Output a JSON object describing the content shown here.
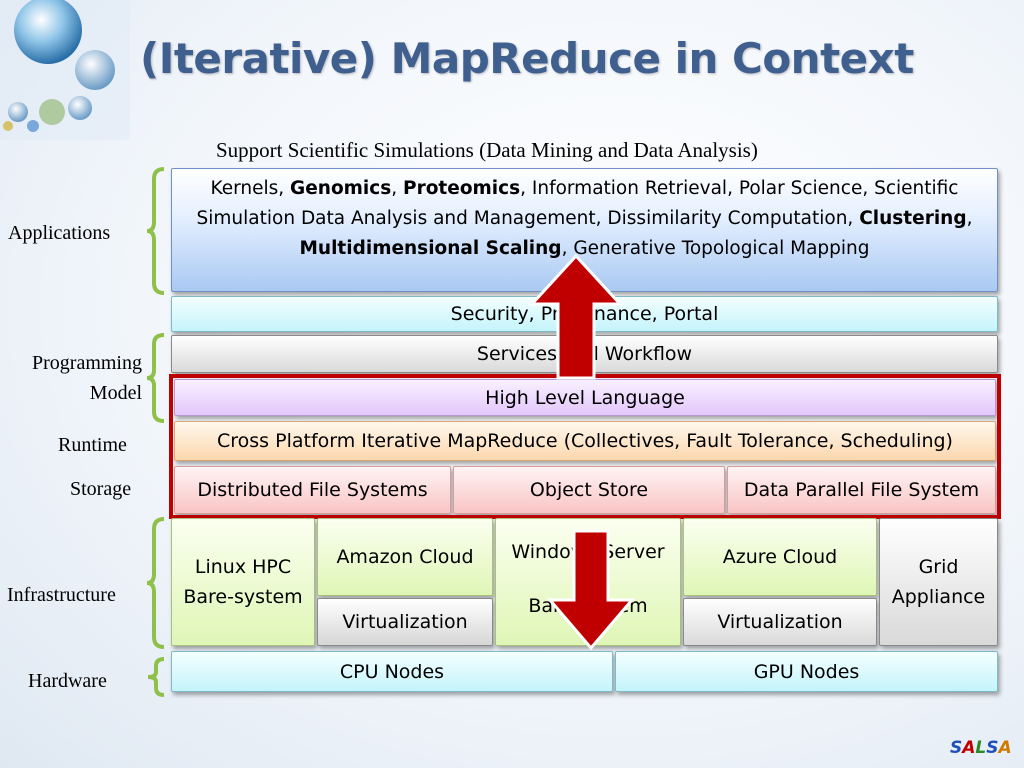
{
  "title": "(Iterative) MapReduce in Context",
  "subtitle": "Support  Scientific Simulations  (Data Mining and Data Analysis)",
  "layers": {
    "applications": "Applications",
    "programming_model": "Programming Model",
    "runtime": "Runtime",
    "storage": "Storage",
    "infrastructure": "Infrastructure",
    "hardware": "Hardware"
  },
  "applications_box": {
    "t1": "Kernels, ",
    "b1": "Genomics",
    "t2": ", ",
    "b2": "Proteomics",
    "t3": ", Information Retrieval, Polar Science, Scientific Simulation Data Analysis and Management, Dissimilarity Computation, ",
    "b3": "Clustering",
    "t4": ", ",
    "b4": "Multidimensional Scaling",
    "t5": ", Generative Topological Mapping"
  },
  "security": "Security, Provenance, Portal",
  "services": "Services and Workflow",
  "high_level_language": "High Level Language",
  "runtime_box": "Cross Platform Iterative MapReduce (Collectives, Fault Tolerance, Scheduling)",
  "storage_boxes": [
    "Distributed File Systems",
    "Object Store",
    "Data Parallel File System"
  ],
  "infrastructure_boxes": {
    "linux": "Linux HPC Bare-system",
    "amazon": "Amazon Cloud",
    "windows_top": "Windows Server",
    "windows_bottom": "Bare-system",
    "azure": "Azure Cloud",
    "grid": "Grid Appliance",
    "virt_left": "Virtualization",
    "virt_right": "Virtualization"
  },
  "hardware_boxes": [
    "CPU Nodes",
    "GPU Nodes"
  ],
  "brand": {
    "s1": "S",
    "a1": "A",
    "l": "L",
    "s2": "S",
    "a2": "A"
  },
  "colors": {
    "title": "#3f5f8f",
    "frame": "#c00000",
    "brace": "#8fc04a",
    "arrow": "#c00000"
  }
}
